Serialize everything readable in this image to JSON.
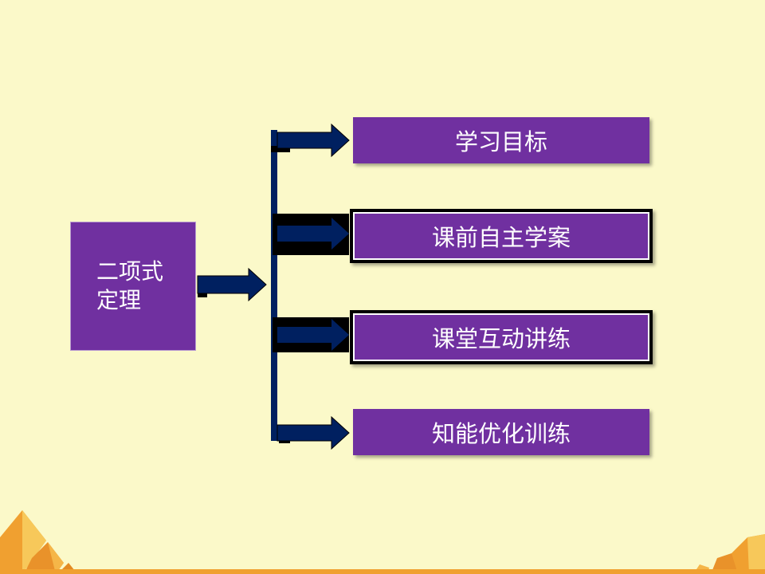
{
  "topic": {
    "line1": "二项式",
    "line2": "定理"
  },
  "menu": {
    "items": [
      {
        "label": "学习目标"
      },
      {
        "label": "课前自主学案"
      },
      {
        "label": "课堂互动讲练"
      },
      {
        "label": "知能优化训练"
      }
    ]
  },
  "colors": {
    "background": "#fbf9c9",
    "box_fill": "#7030a0",
    "arrow_fill": "#002060",
    "decor_orange": "#f0a030"
  }
}
